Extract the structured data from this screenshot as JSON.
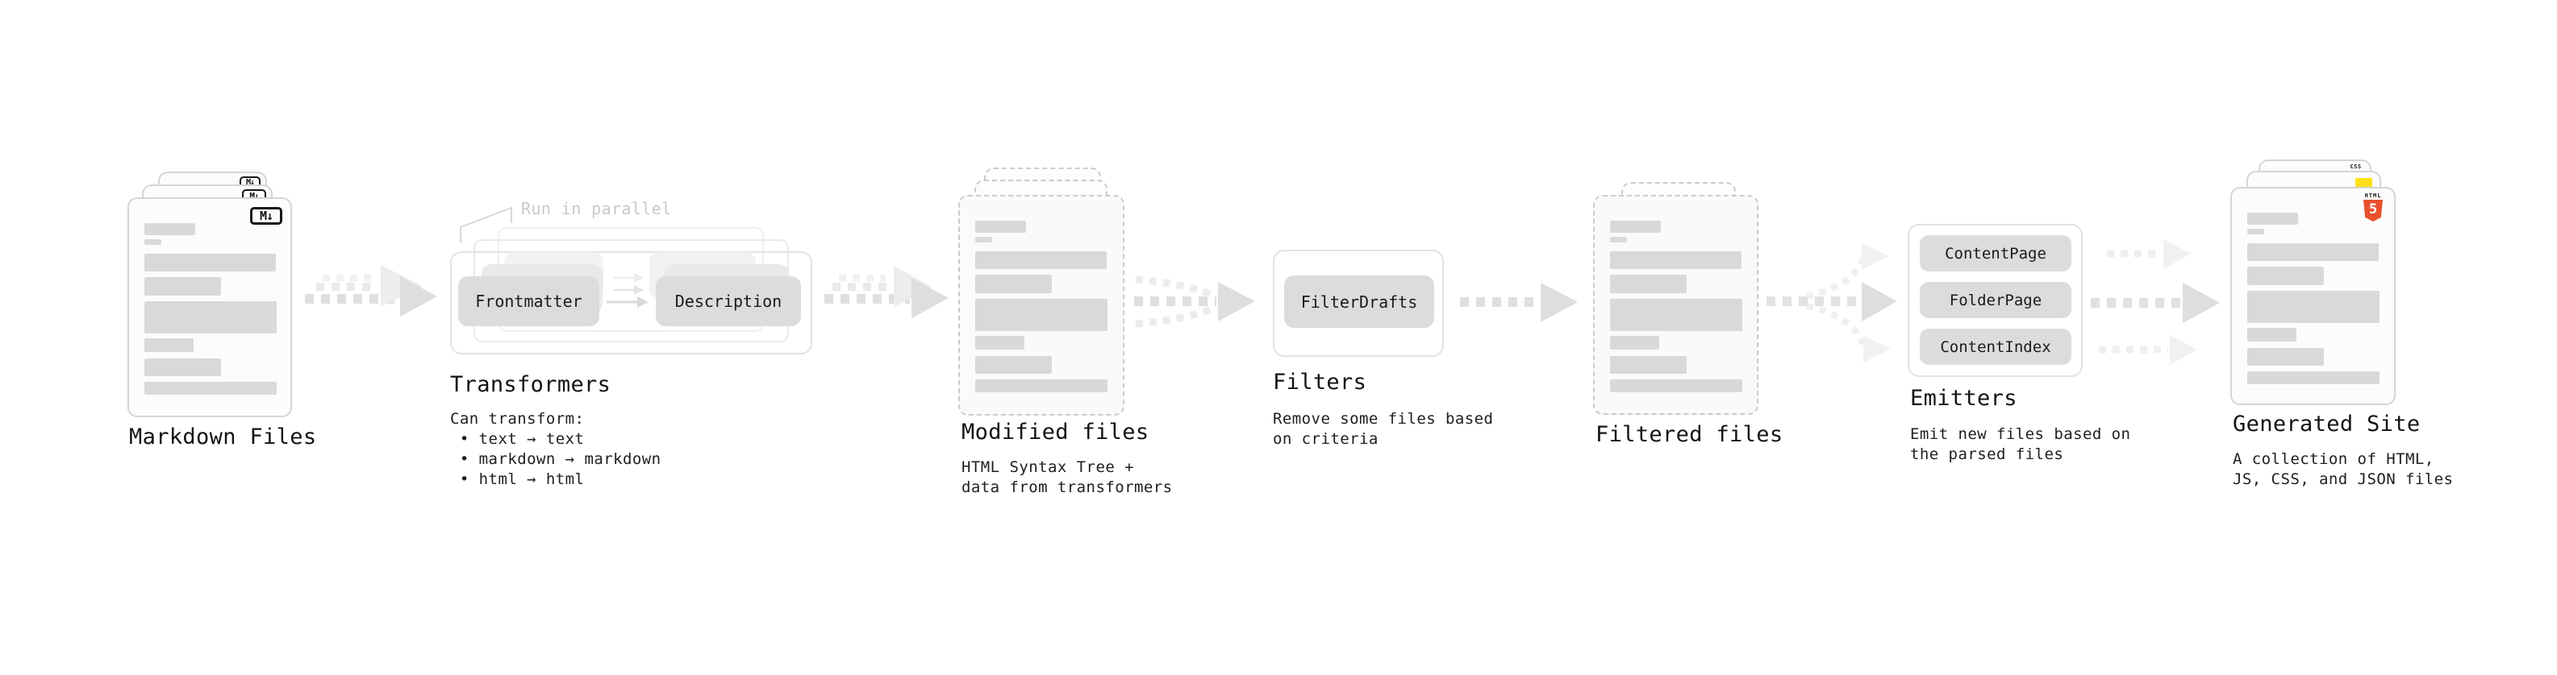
{
  "stages": {
    "markdown": {
      "label": "Markdown Files"
    },
    "transformers": {
      "label": "Transformers",
      "note": "Run in parallel",
      "sub": "Can transform:\n • text → text\n • markdown → markdown\n • html → html",
      "buttons": [
        "Frontmatter",
        "Description"
      ]
    },
    "modified": {
      "label": "Modified files",
      "sub": "HTML Syntax Tree +\ndata from transformers"
    },
    "filters": {
      "label": "Filters",
      "sub": "Remove some files based\non criteria",
      "buttons": [
        "FilterDrafts"
      ]
    },
    "filtered": {
      "label": "Filtered files"
    },
    "emitters": {
      "label": "Emitters",
      "sub": "Emit new files based on\nthe parsed files",
      "buttons": [
        "ContentPage",
        "FolderPage",
        "ContentIndex"
      ]
    },
    "generated": {
      "label": "Generated Site",
      "sub": "A collection of HTML,\nJS, CSS, and JSON files"
    }
  },
  "icons": {
    "markdown_badge": "M↓",
    "html5_wordmark": "HTML",
    "html5_numeral": "5",
    "css_wordmark": "CSS"
  },
  "colors": {
    "chip_gray": "#dcdcdc",
    "arrow_gray": "#dedede",
    "html5_orange": "#e8512c",
    "js_yellow": "#ffe01a",
    "css_blue": "#2e6be5"
  }
}
